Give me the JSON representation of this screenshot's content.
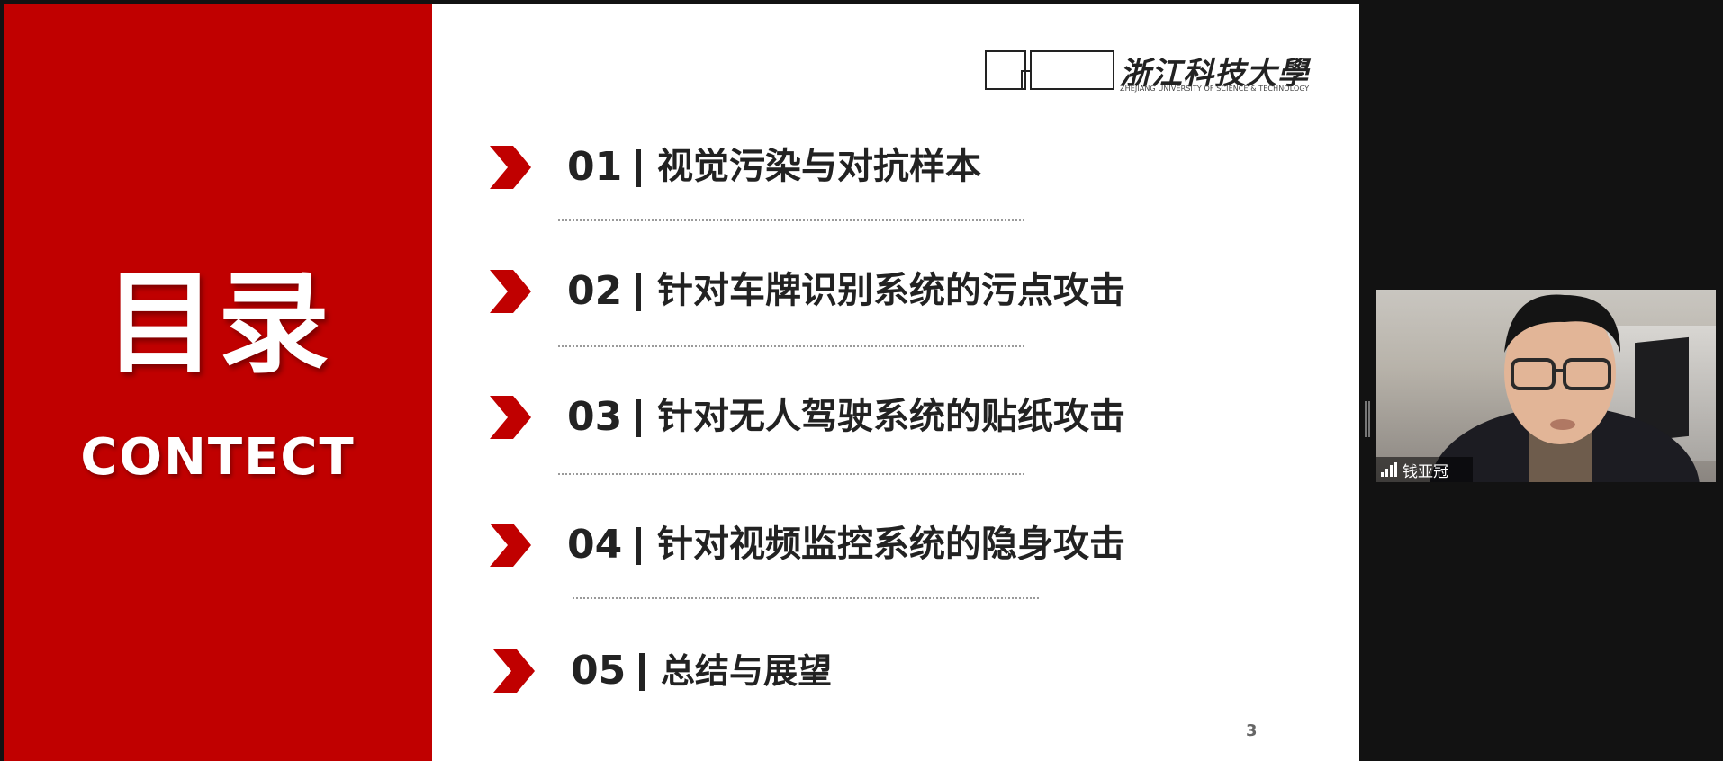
{
  "slide": {
    "title_cn": "目录",
    "title_en": "CONTECT",
    "logo": {
      "name_cn": "浙江科技大學",
      "name_en": "ZHEJIANG UNIVERSITY OF SCIENCE & TECHNOLOGY"
    },
    "items": [
      {
        "num": "01",
        "label": "视觉污染与对抗样本"
      },
      {
        "num": "02",
        "label": "针对车牌识别系统的污点攻击"
      },
      {
        "num": "03",
        "label": "针对无人驾驶系统的贴纸攻击"
      },
      {
        "num": "04",
        "label": "针对视频监控系统的隐身攻击"
      },
      {
        "num": "05",
        "label": "总结与展望"
      }
    ],
    "page_number": "3"
  },
  "video": {
    "participant_name": "钱亚冠"
  },
  "colors": {
    "accent": "#c00000",
    "text": "#222222",
    "background": "#121212"
  }
}
